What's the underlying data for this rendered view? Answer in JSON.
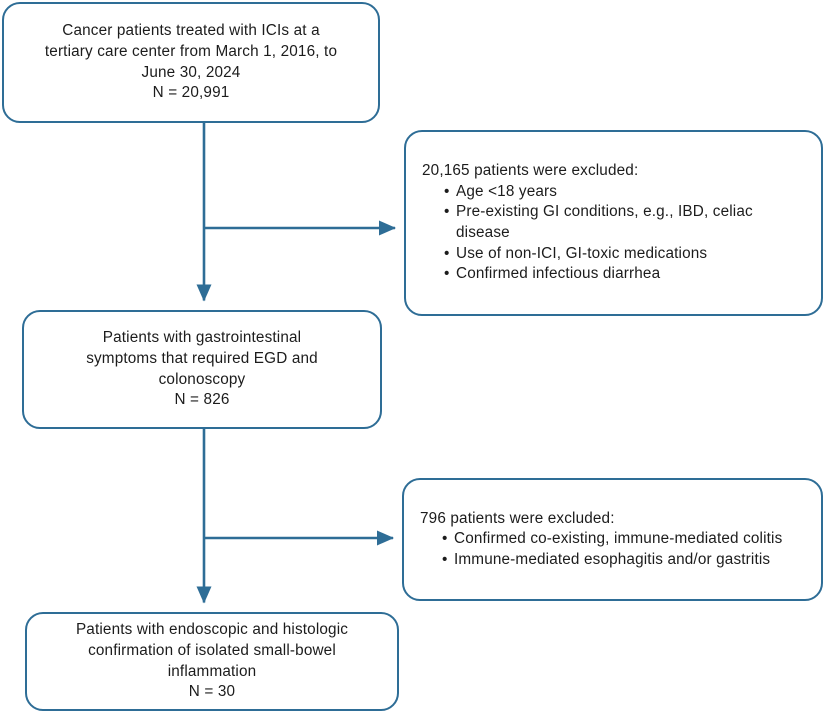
{
  "diagram": {
    "type": "patient-selection-flowchart",
    "stroke_color": "#2e6d96",
    "text_color": "#1c1c1c",
    "background_color": "#ffffff",
    "nodes": {
      "box_1": {
        "lines": [
          "Cancer patients treated with ICIs at a",
          "tertiary care center from March 1, 2016, to",
          "June 30, 2024",
          "N = 20,991"
        ],
        "count_label": "N = 20,991",
        "count_value": 20991
      },
      "exclusion_1": {
        "heading": "20,165 patients were excluded:",
        "count_value": 20165,
        "items": [
          "Age <18 years",
          "Pre-existing GI conditions, e.g., IBD, celiac disease",
          "Use of non-ICI, GI-toxic medications",
          "Confirmed infectious diarrhea"
        ]
      },
      "box_2": {
        "lines": [
          "Patients with gastrointestinal",
          "symptoms that required EGD and",
          "colonoscopy",
          "N = 826"
        ],
        "count_label": "N = 826",
        "count_value": 826
      },
      "exclusion_2": {
        "heading": "796 patients were excluded:",
        "count_value": 796,
        "items": [
          "Confirmed co-existing, immune-mediated colitis",
          "Immune-mediated esophagitis and/or gastritis"
        ]
      },
      "box_3": {
        "lines": [
          "Patients with endoscopic and histologic",
          "confirmation of isolated small-bowel",
          "inflammation",
          "N = 30"
        ],
        "count_label": "N = 30",
        "count_value": 30
      }
    },
    "connectors": [
      {
        "name": "box-1-to-box-2",
        "direction": "down",
        "from": "box_1",
        "to": "box_2"
      },
      {
        "name": "box-1-to-exclusion-1",
        "direction": "right",
        "from": "box_1",
        "to": "exclusion_1"
      },
      {
        "name": "box-2-to-box-3",
        "direction": "down",
        "from": "box_2",
        "to": "box_3"
      },
      {
        "name": "box-2-to-exclusion-2",
        "direction": "right",
        "from": "box_2",
        "to": "exclusion_2"
      }
    ]
  }
}
